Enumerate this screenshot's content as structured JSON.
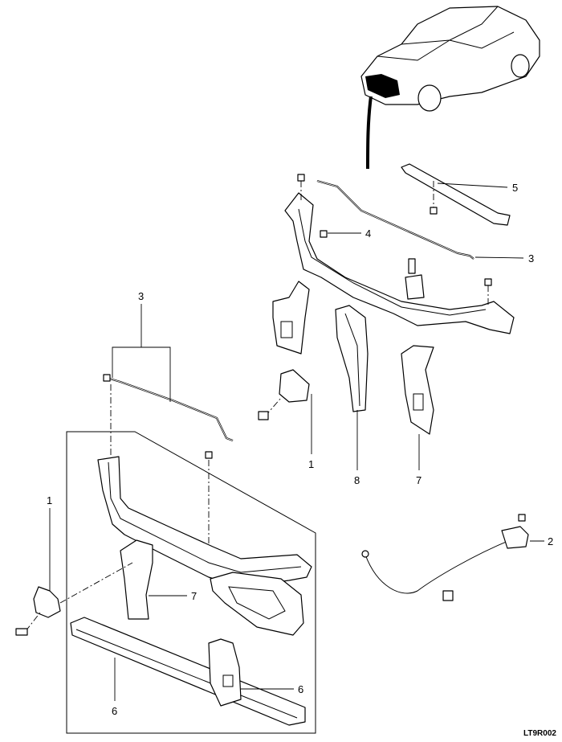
{
  "diagram": {
    "title_code": "LT9R002",
    "callouts": {
      "top_bar": "5",
      "top_rod": "3",
      "top_bolt": "4",
      "left_rod": "3",
      "latch_upper": "1",
      "side_member_8": "8",
      "bracket_7_upper": "7",
      "latch_lower": "1",
      "bracket_7_lower": "7",
      "release_cable": "2",
      "lower_crossmember": "6",
      "lower_bracket": "6"
    }
  }
}
